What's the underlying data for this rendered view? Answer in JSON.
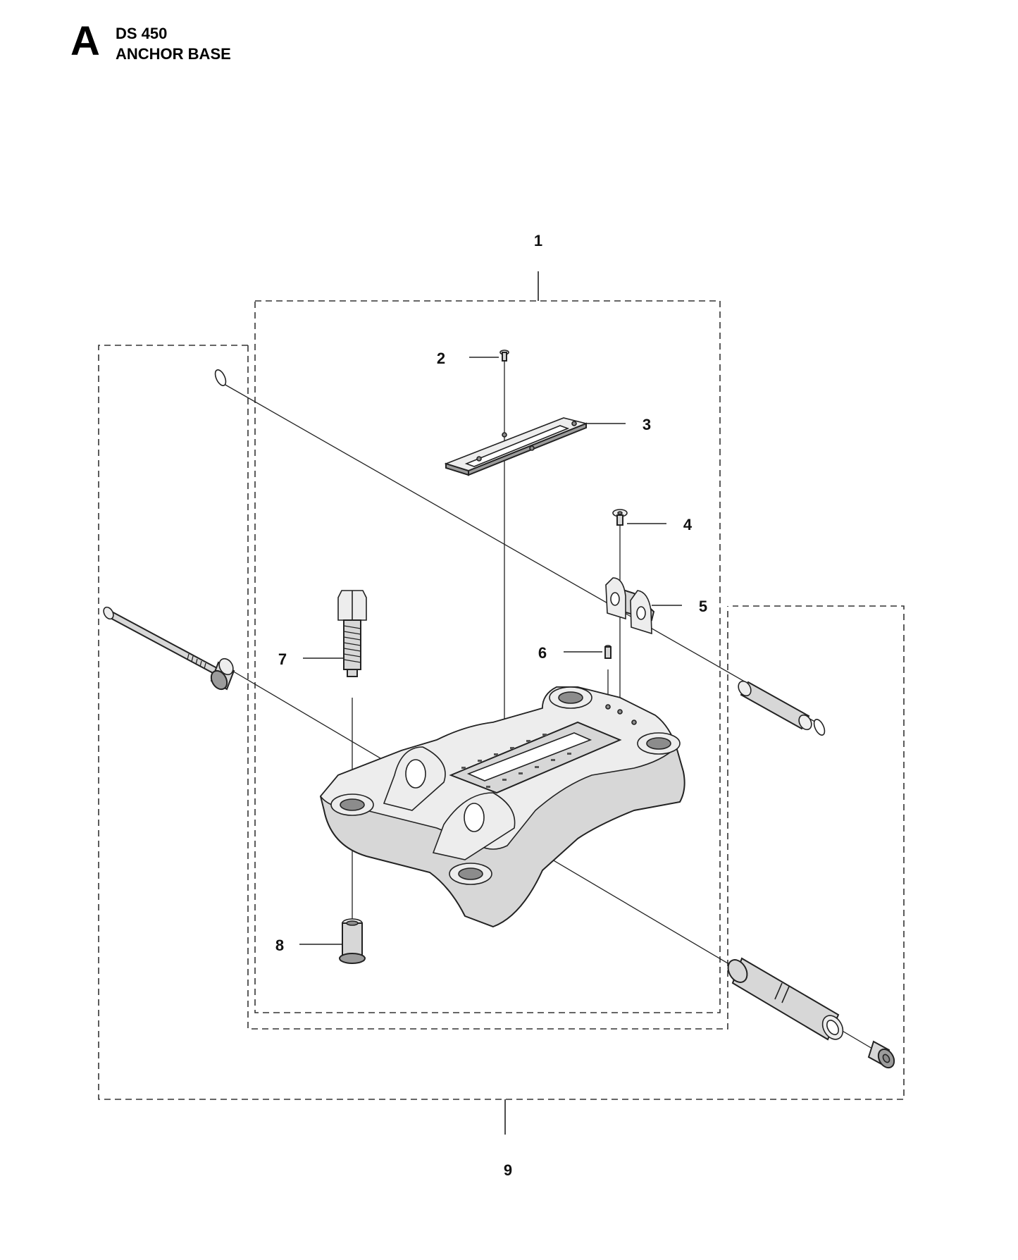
{
  "header": {
    "section_letter": "A",
    "model": "DS 450",
    "title": "ANCHOR BASE"
  },
  "callouts": [
    {
      "id": "1",
      "label": "1"
    },
    {
      "id": "2",
      "label": "2"
    },
    {
      "id": "3",
      "label": "3"
    },
    {
      "id": "4",
      "label": "4"
    },
    {
      "id": "5",
      "label": "5"
    },
    {
      "id": "6",
      "label": "6"
    },
    {
      "id": "7",
      "label": "7"
    },
    {
      "id": "8",
      "label": "8"
    },
    {
      "id": "9",
      "label": "9"
    }
  ]
}
